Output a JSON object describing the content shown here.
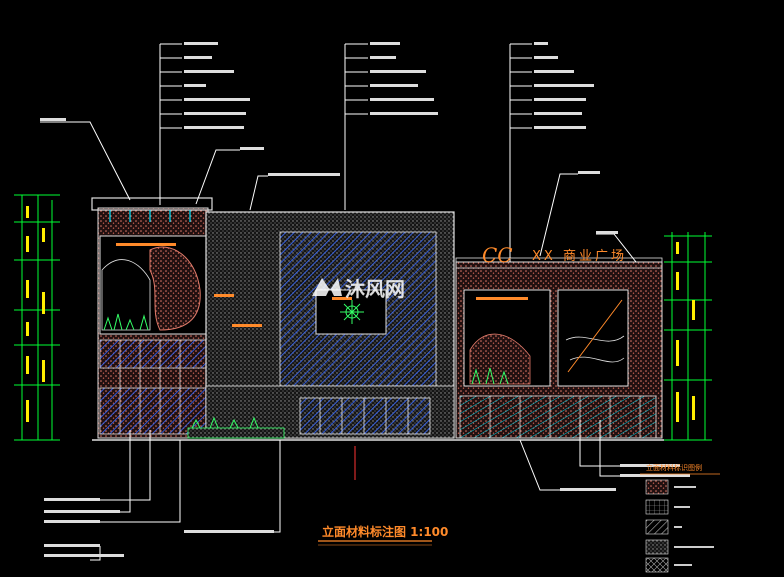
{
  "drawing": {
    "title": "立面材料标注图 1:100",
    "sign_brand": "CC",
    "sign_text": "XX 商业广场",
    "watermark": "沐风网",
    "legend_title": "立面材料标识图例"
  },
  "colors": {
    "background": "#000000",
    "leader": "#ffffff",
    "dimension": "#00ff33",
    "building_outline": "#e0e0e0",
    "glass_hatch": "#3366ff",
    "stone": "#e07a6a",
    "sign_orange": "#ff8a2a",
    "title": "#ff8a2a",
    "yellow": "#ffee00",
    "cyan": "#00e5ff",
    "plant": "#33ff66"
  },
  "icons": {
    "watermark_logo": "mufeng-logo-icon",
    "legend_swatches": [
      "stone-hatch-icon",
      "grid-hatch-icon",
      "diagonal-hatch-icon",
      "dot-hatch-icon",
      "crosshatch-icon"
    ]
  }
}
